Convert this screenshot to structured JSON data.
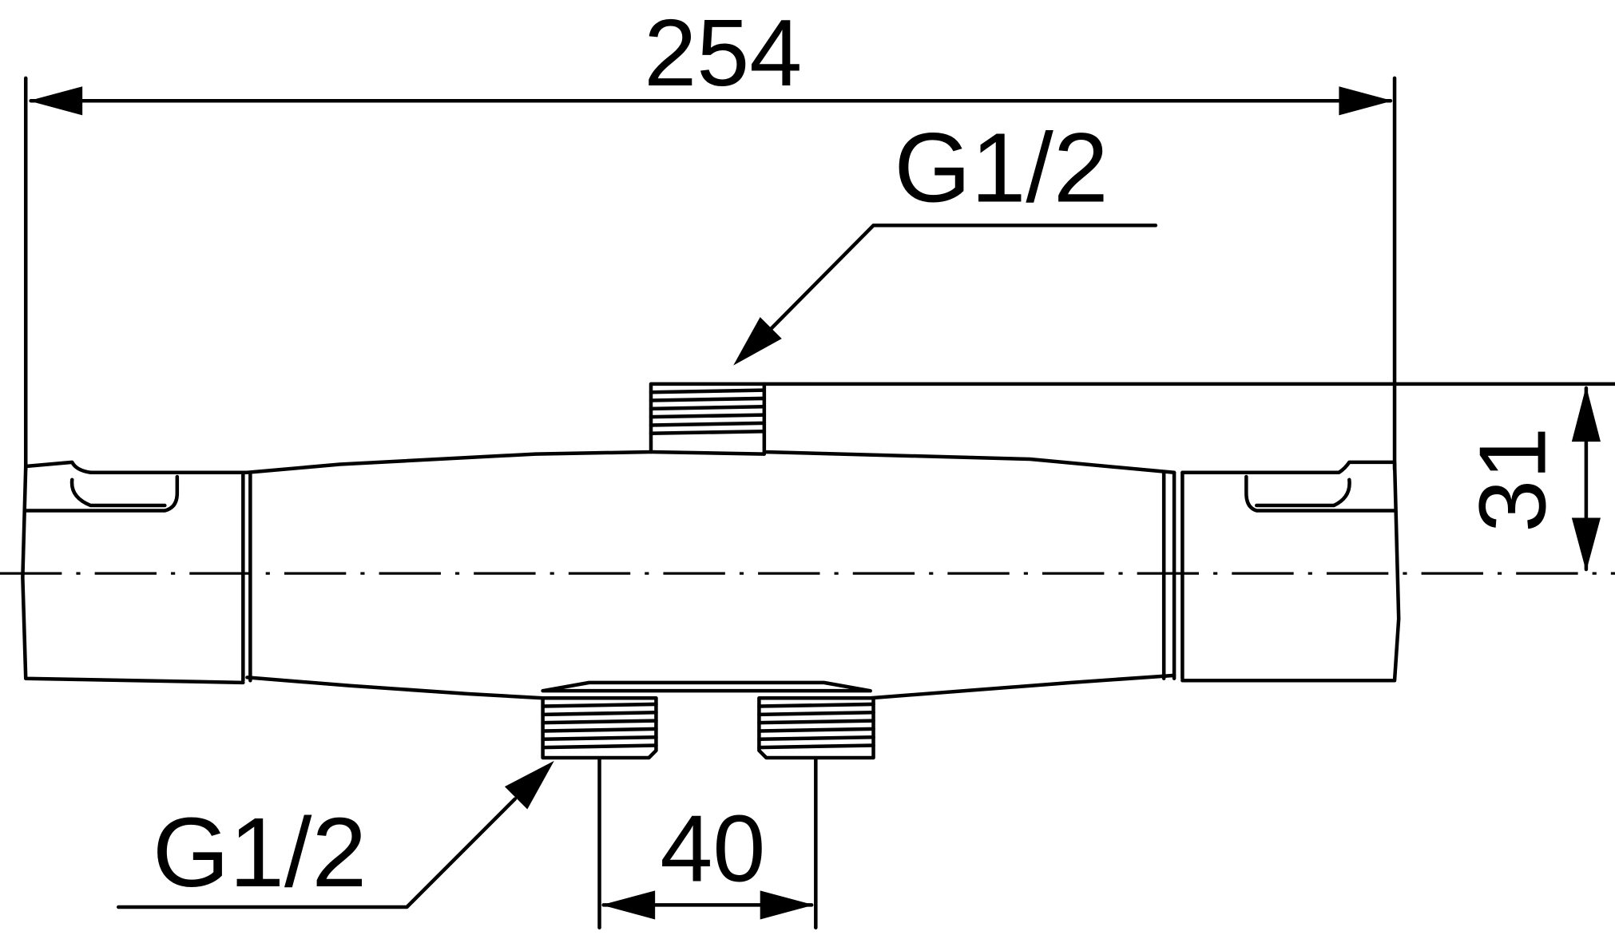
{
  "drawing": {
    "dimensions": {
      "overall_length": "254",
      "height_to_centerline": "31",
      "inlet_spacing": "40"
    },
    "thread_labels": {
      "top_outlet": "G1/2",
      "bottom_inlets": "G1/2"
    },
    "colors": {
      "line": "#000000",
      "background": "#ffffff"
    }
  }
}
